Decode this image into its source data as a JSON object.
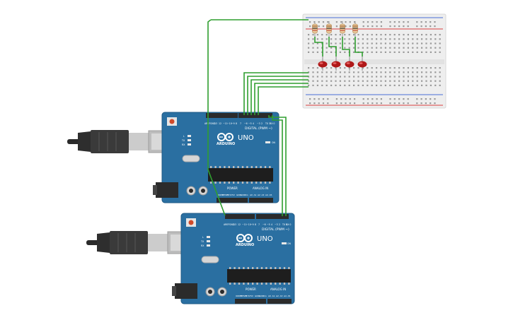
{
  "colors": {
    "wire": "#2f9e2f",
    "board": "#2a6fa1",
    "board_dark": "#1f5a85",
    "header": "#2b2b2b",
    "usb_plug": "#3a3a3a",
    "usb_shell": "#c8c8c8",
    "breadboard": "#eeeeee",
    "rail_red": "#d94040",
    "rail_blue": "#4a6fd6",
    "led": "#b01818",
    "resistor": "#e8c89a",
    "reset": "#d04a2a"
  },
  "icons": {
    "arduino_logo": "infinity-logo-icon",
    "usb_cable": "usb-plug-icon",
    "dc_jack": "dc-jack-icon"
  },
  "boards": [
    {
      "model": "UNO",
      "brand": "ARDUINO",
      "digital_label": "DIGITAL (PWM ~)",
      "power_label": "POWER",
      "analog_label": "ANALOG IN",
      "pin_labels": [
        "AREF",
        "GND",
        "13",
        "12",
        "~11",
        "~10",
        "~9",
        "8",
        "7",
        "~6",
        "~5",
        "4",
        "~3",
        "2",
        "TX 1",
        "RX 0"
      ],
      "power_pins": [
        "IOREF",
        "RESET",
        "3.3V",
        "5V",
        "GND",
        "GND",
        "Vin"
      ],
      "analog_pins": [
        "A0",
        "A1",
        "A2",
        "A3",
        "A4",
        "A5"
      ],
      "leds": [
        "L",
        "TX",
        "RX"
      ],
      "on_label": "ON"
    },
    {
      "model": "UNO",
      "brand": "ARDUINO",
      "digital_label": "DIGITAL (PWM ~)",
      "power_label": "POWER",
      "analog_label": "ANALOG IN",
      "pin_labels": [
        "AREF",
        "GND",
        "13",
        "12",
        "~11",
        "~10",
        "~9",
        "8",
        "7",
        "~6",
        "~5",
        "4",
        "~3",
        "2",
        "TX 1",
        "RX 0"
      ],
      "power_pins": [
        "IOREF",
        "RESET",
        "3.3V",
        "5V",
        "GND",
        "GND",
        "Vin"
      ],
      "analog_pins": [
        "A0",
        "A1",
        "A2",
        "A3",
        "A4",
        "A5"
      ],
      "leds": [
        "L",
        "TX",
        "RX"
      ],
      "on_label": "ON"
    }
  ],
  "breadboard": {
    "resistor_count": 4,
    "led_count": 4
  }
}
